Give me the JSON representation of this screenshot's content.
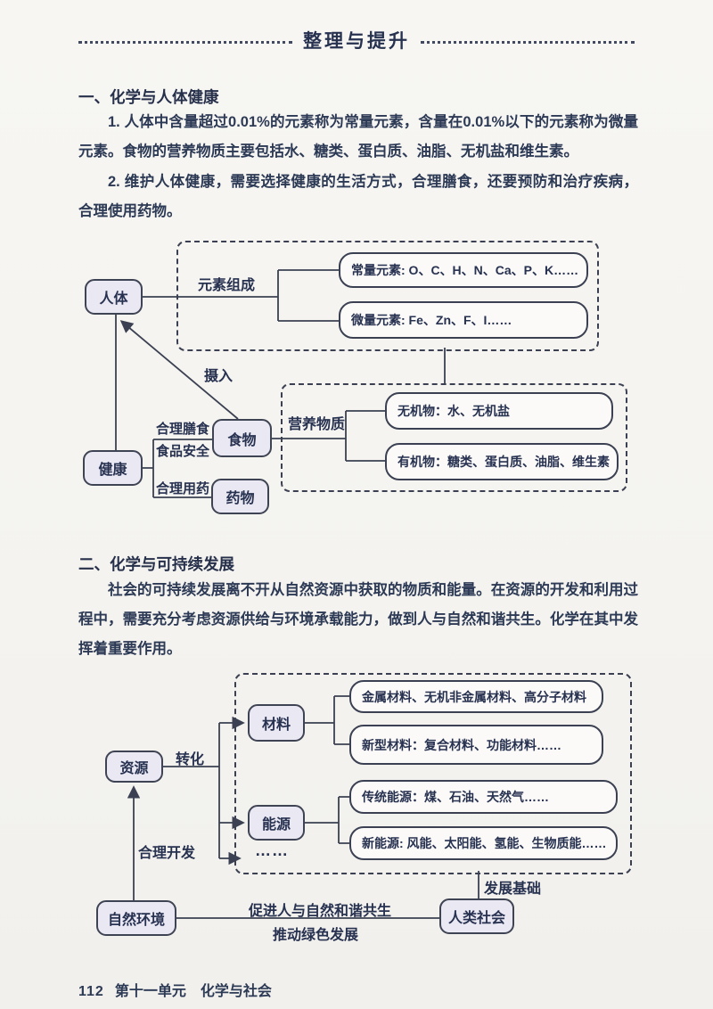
{
  "header": {
    "title": "整理与提升"
  },
  "section1": {
    "heading": "一、化学与人体健康",
    "para1": "1. 人体中含量超过0.01%的元素称为常量元素，含量在0.01%以下的元素称为微量元素。食物的营养物质主要包括水、糖类、蛋白质、油脂、无机盐和维生素。",
    "para2": "2. 维护人体健康，需要选择健康的生活方式，合理膳食，还要预防和治疗疾病，合理使用药物。"
  },
  "diagram1": {
    "nodes": {
      "human_body": "人体",
      "health": "健康",
      "food": "食物",
      "medicine": "药物"
    },
    "edges": {
      "element_composition": "元素组成",
      "intake": "摄入",
      "balanced_diet": "合理膳食",
      "food_safety": "食品安全",
      "rational_medication": "合理用药",
      "nutrients": "营养物质"
    },
    "leaves": {
      "major_elements": "常量元素: O、C、H、N、Ca、P、K……",
      "trace_elements": "微量元素: Fe、Zn、F、I……",
      "inorganic": "无机物：水、无机盐",
      "organic": "有机物：糖类、蛋白质、油脂、维生素"
    }
  },
  "section2": {
    "heading": "二、化学与可持续发展",
    "para1": "社会的可持续发展离不开从自然资源中获取的物质和能量。在资源的开发和利用过程中，需要充分考虑资源供给与环境承载能力，做到人与自然和谐共生。化学在其中发挥着重要作用。"
  },
  "diagram2": {
    "nodes": {
      "resources": "资源",
      "materials": "材料",
      "energy": "能源",
      "natural_environment": "自然环境",
      "human_society": "人类社会"
    },
    "edges": {
      "transform": "转化",
      "rational_development": "合理开发",
      "development_basis": "发展基础",
      "promote_harmony": "促进人与自然和谐共生",
      "green_development": "推动绿色发展",
      "ellipsis": "……"
    },
    "leaves": {
      "metal_materials": "金属材料、无机非金属材料、高分子材料",
      "new_materials": "新型材料：复合材料、功能材料……",
      "traditional_energy": "传统能源：煤、石油、天然气……",
      "new_energy": "新能源: 风能、太阳能、氢能、生物质能……"
    }
  },
  "footer": {
    "page_number": "112",
    "unit_label": "第十一单元",
    "book_section": "化学与社会"
  },
  "colors": {
    "ink": "#2c3650",
    "node_fill": "#eae8f3",
    "leaf_fill": "#fbfaf8",
    "page_bg": "#f4f3ef"
  }
}
